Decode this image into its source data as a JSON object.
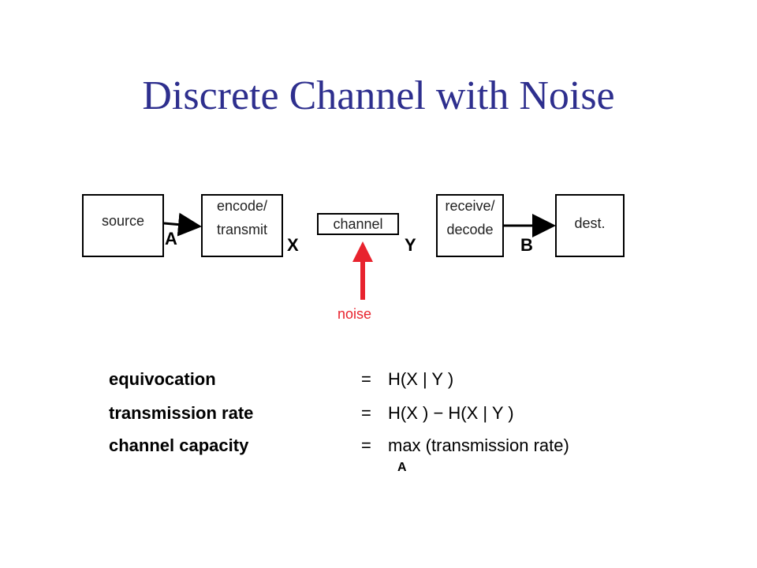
{
  "title": "Discrete Channel with Noise",
  "diagram": {
    "boxes": {
      "source": "source",
      "encode_line1": "encode/",
      "encode_line2": "transmit",
      "channel": "channel",
      "receive_line1": "receive/",
      "receive_line2": "decode",
      "dest": "dest."
    },
    "symbols": {
      "a": "A",
      "x": "X",
      "y": "Y",
      "b": "B"
    },
    "noise_label": "noise",
    "colors": {
      "title": "#2e2f8e",
      "noise": "#e8232e",
      "stroke": "#000000"
    }
  },
  "definitions": [
    {
      "term": "equivocation",
      "eq": "=",
      "expr": "H(X | Y )"
    },
    {
      "term": "transmission rate",
      "eq": "=",
      "expr": "H(X ) − H(X | Y )"
    },
    {
      "term": "channel capacity",
      "eq": "=",
      "expr": "max (transmission rate)"
    }
  ],
  "capacity_subscript": "A"
}
